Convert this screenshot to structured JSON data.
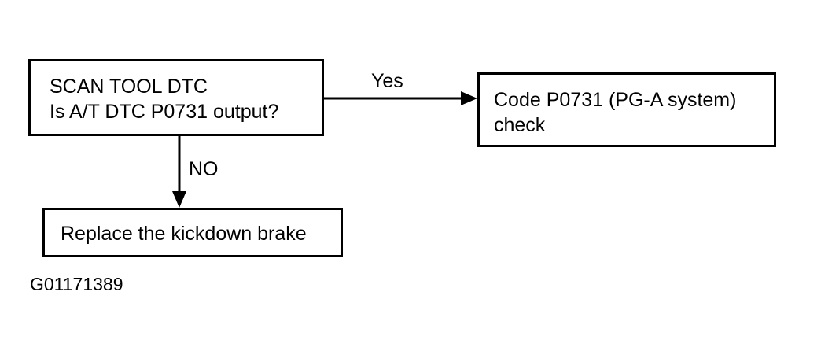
{
  "nodes": {
    "scan_tool": {
      "line1": "SCAN TOOL DTC",
      "line2": "Is A/T DTC P0731 output?"
    },
    "code_check": {
      "line1": "Code P0731 (PG-A system)",
      "line2": "check"
    },
    "replace": {
      "line1": "Replace the kickdown brake"
    }
  },
  "edges": {
    "yes_label": "Yes",
    "no_label": "NO"
  },
  "figure_id": "G01171389",
  "colors": {
    "line": "#000000",
    "background": "#ffffff"
  }
}
